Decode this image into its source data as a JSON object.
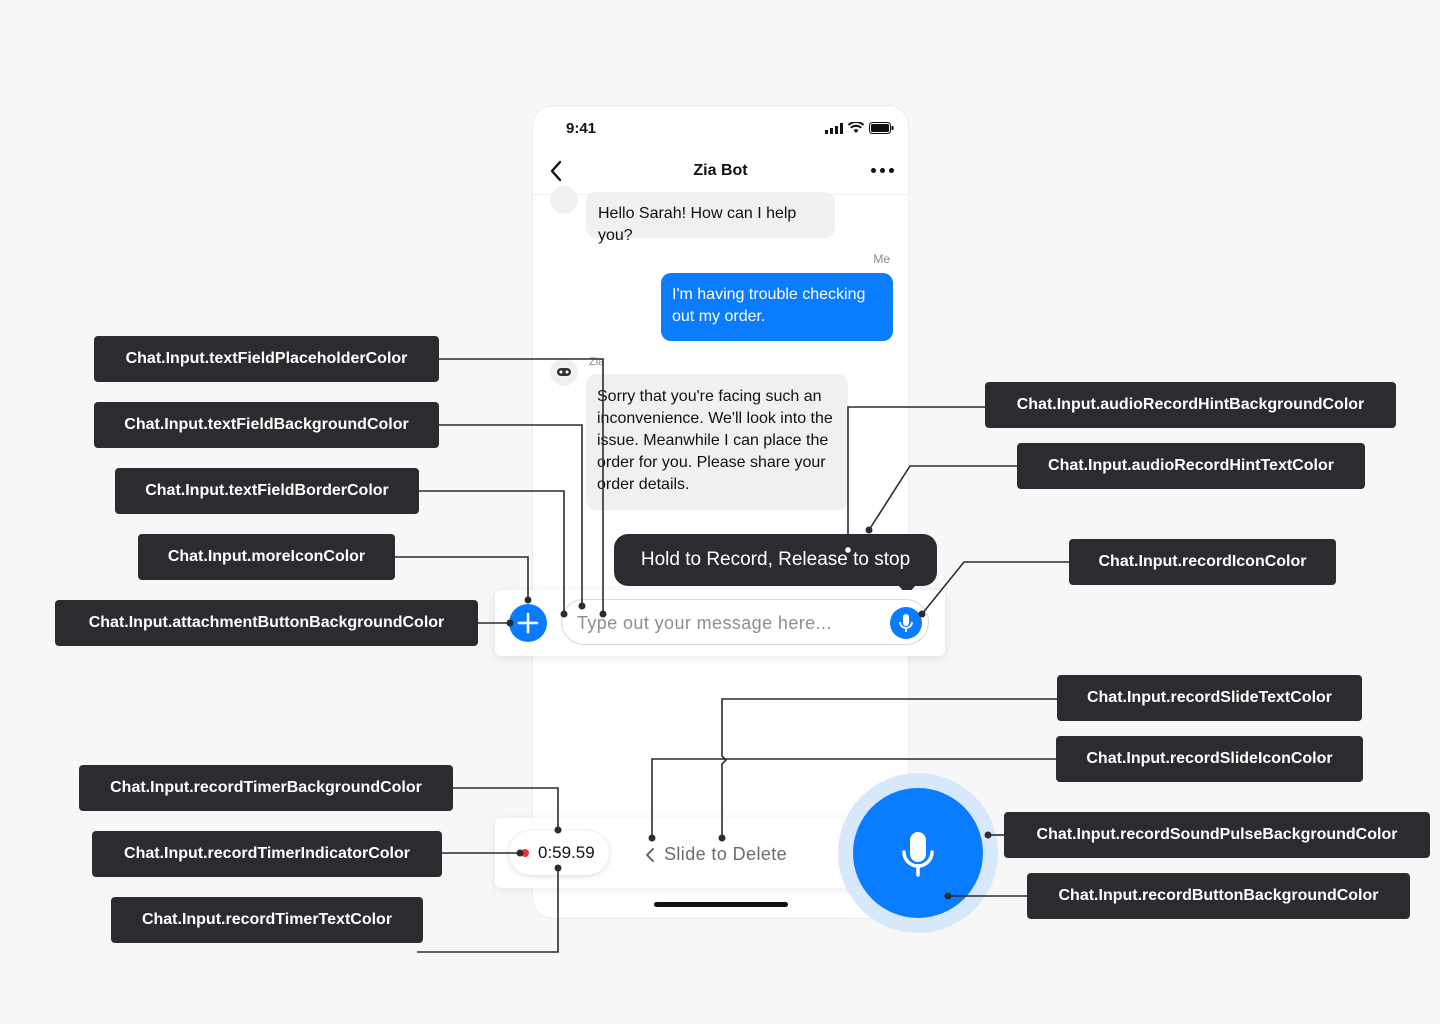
{
  "phone": {
    "status_time": "9:41",
    "title": "Zia Bot",
    "messages": [
      {
        "sender": "",
        "text": "Hello Sarah! How can I help you?"
      },
      {
        "sender": "Me",
        "text": "I'm having trouble checking out my order."
      },
      {
        "sender": "Zia",
        "text": "Sorry that you're facing such an inconvenience. We'll look into the issue. Meanwhile I can place the order for you. Please share your order details."
      }
    ]
  },
  "input": {
    "placeholder": "Type out your message here...",
    "hint": "Hold to Record, Release to stop"
  },
  "record": {
    "timer": "0:59.59",
    "slide_text": "Slide to Delete"
  },
  "labels": {
    "placeholder_color": "Chat.Input.textFieldPlaceholderColor",
    "field_bg": "Chat.Input.textFieldBackgroundColor",
    "field_border": "Chat.Input.textFieldBorderColor",
    "more_icon": "Chat.Input.moreIconColor",
    "attach_bg": "Chat.Input.attachmentButtonBackgroundColor",
    "hint_bg": "Chat.Input.audioRecordHintBackgroundColor",
    "hint_text": "Chat.Input.audioRecordHintTextColor",
    "record_icon": "Chat.Input.recordIconColor",
    "slide_text": "Chat.Input.recordSlideTextColor",
    "slide_icon": "Chat.Input.recordSlideIconColor",
    "timer_bg": "Chat.Input.recordTimerBackgroundColor",
    "timer_indicator": "Chat.Input.recordTimerIndicatorColor",
    "timer_text": "Chat.Input.recordTimerTextColor",
    "pulse_bg": "Chat.Input.recordSoundPulseBackgroundColor",
    "record_button_bg": "Chat.Input.recordButtonBackgroundColor"
  },
  "colors": {
    "accent": "#0a7cff",
    "label_bg": "#2b2c2f",
    "incoming_bubble": "#eff0f2",
    "record_indicator": "#ff2d2d",
    "pulse": "#d8e8fb"
  }
}
